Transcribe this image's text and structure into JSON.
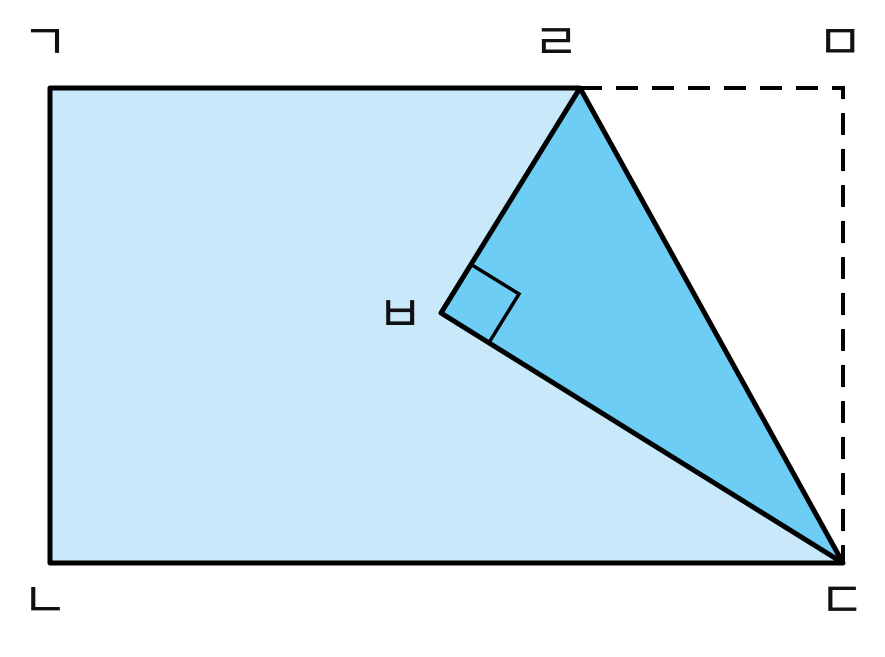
{
  "labels": {
    "giyeok": "ㄱ",
    "nieun": "ㄴ",
    "digeut": "ㄷ",
    "rieul": "ㄹ",
    "mieum": "ㅁ",
    "bieup": "ㅂ"
  },
  "colors": {
    "rectangle_fill": "#c9e8fa",
    "triangle_fill": "#6dcdf4",
    "stroke": "#000000"
  }
}
